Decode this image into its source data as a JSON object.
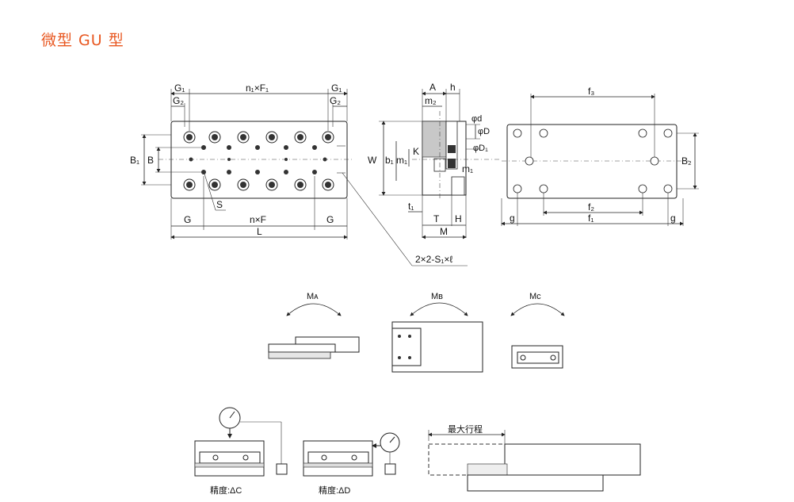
{
  "title": "微型 GU 型",
  "labels": {
    "G1_left": "G₁",
    "n1F1": "n₁×F₁",
    "G1_right": "G₁",
    "G2_left": "G₂",
    "G2_right": "G₂",
    "B1": "B₁",
    "B": "B",
    "S": "S",
    "G_left": "G",
    "nF": "n×F",
    "G_right": "G",
    "L": "L",
    "S1_note": "2×2-S₁×ℓ",
    "A": "A",
    "h": "h",
    "m2": "m₂",
    "phi_d": "φd",
    "phi_D": "φD",
    "phi_D1": "φD₁",
    "W": "W",
    "b1": "b₁",
    "m1_left": "m₁",
    "K": "K",
    "m1_right": "m₁",
    "t1": "t₁",
    "T": "T",
    "H": "H",
    "M": "M",
    "f3": "f₃",
    "B2": "B₂",
    "f2": "f₂",
    "g_left": "g",
    "f1": "f₁",
    "g_right": "g",
    "MA": "Mᴀ",
    "MB": "Mʙ",
    "MC": "Mᴄ",
    "accC": "精度:ΔC",
    "accD": "精度:ΔD",
    "stroke": "最大行程"
  }
}
